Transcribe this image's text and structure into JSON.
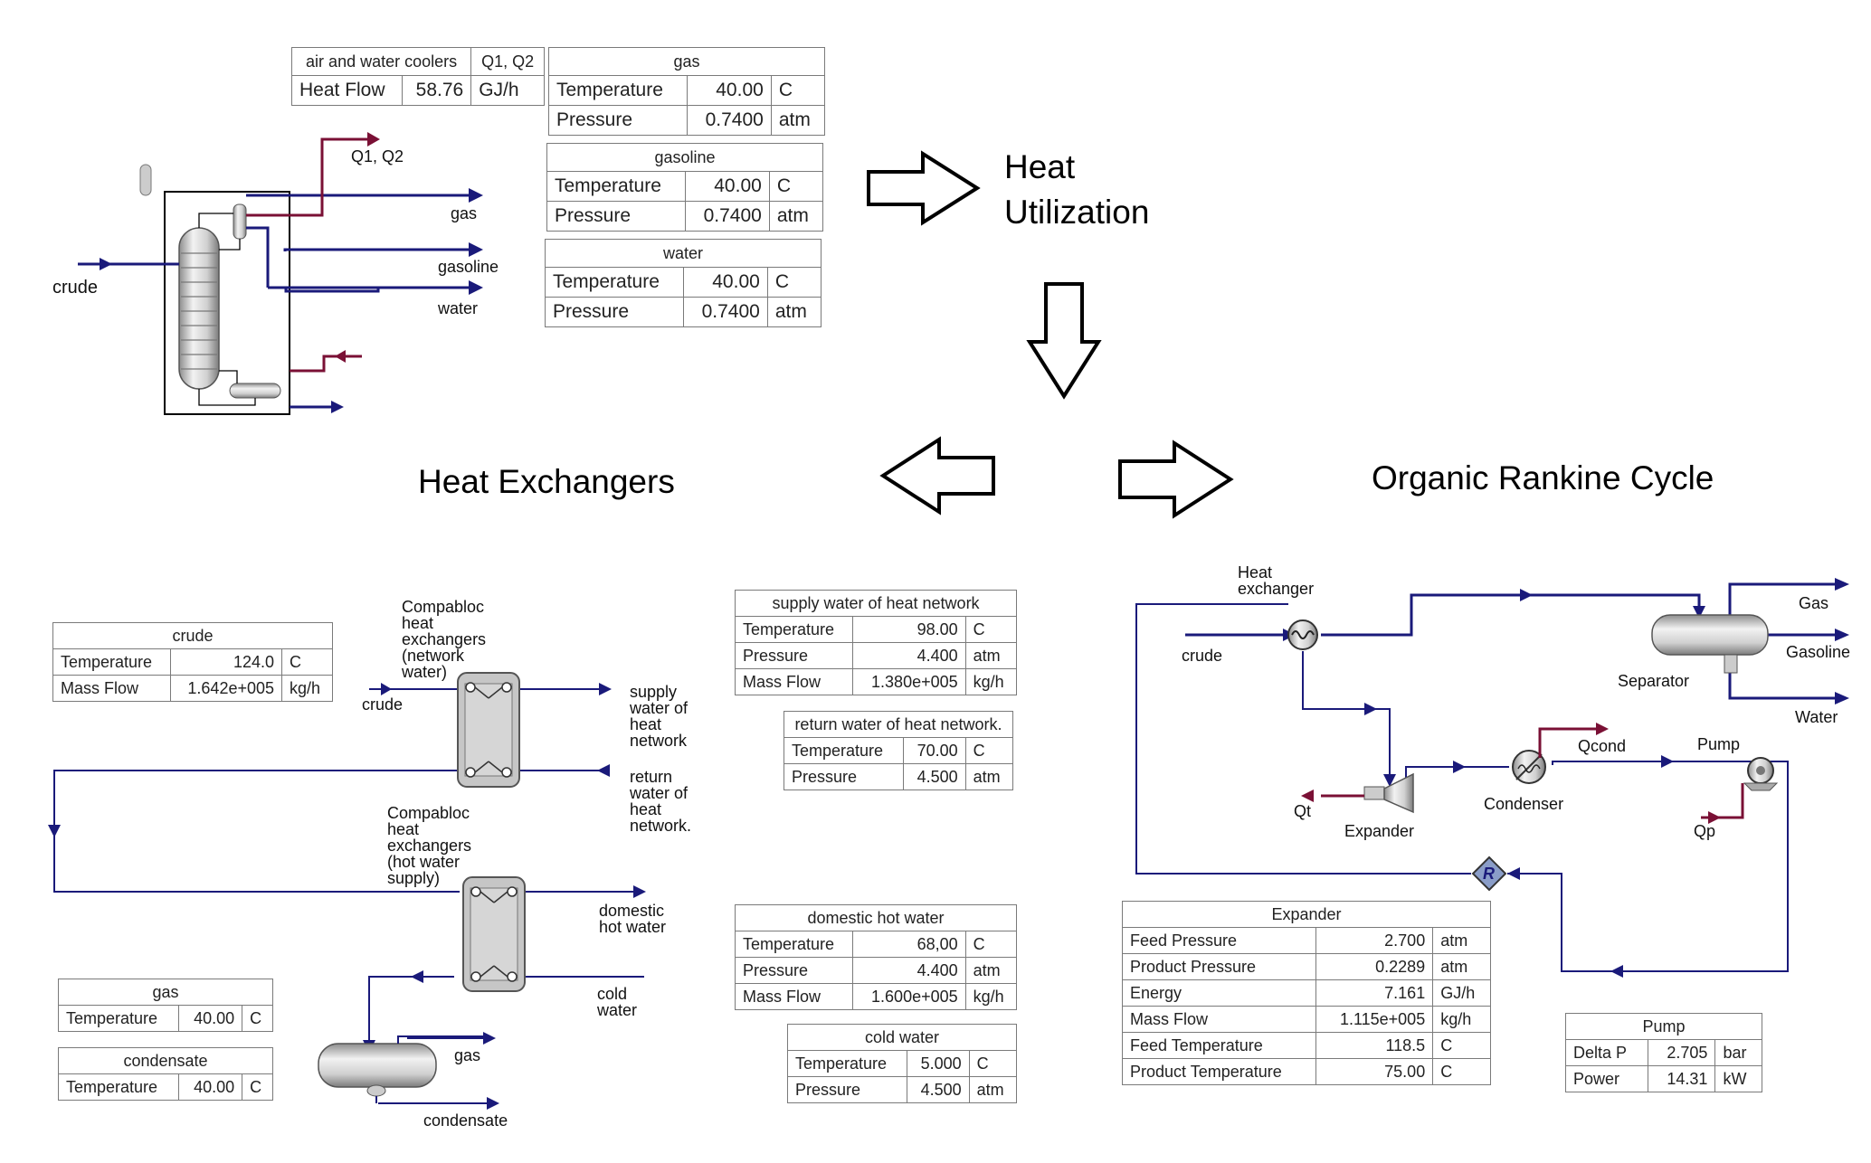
{
  "headings": {
    "heat_utilization": "Heat\nUtilization",
    "heat_exchangers": "Heat Exchangers",
    "orc": "Organic Rankine Cycle"
  },
  "top_flowsheet": {
    "labels": {
      "q": "Q1, Q2",
      "gas": "gas",
      "gasoline": "gasoline",
      "water": "water",
      "crude": "crude"
    },
    "coolers_table": {
      "title": "air and water coolers",
      "tag": "Q1, Q2",
      "rows": [
        {
          "name": "Heat Flow",
          "value": "58.76",
          "unit": "GJ/h"
        }
      ]
    },
    "gas_table": {
      "title": "gas",
      "rows": [
        {
          "name": "Temperature",
          "value": "40.00",
          "unit": "C"
        },
        {
          "name": "Pressure",
          "value": "0.7400",
          "unit": "atm"
        }
      ]
    },
    "gasoline_table": {
      "title": "gasoline",
      "rows": [
        {
          "name": "Temperature",
          "value": "40.00",
          "unit": "C"
        },
        {
          "name": "Pressure",
          "value": "0.7400",
          "unit": "atm"
        }
      ]
    },
    "water_table": {
      "title": "water",
      "rows": [
        {
          "name": "Temperature",
          "value": "40.00",
          "unit": "C"
        },
        {
          "name": "Pressure",
          "value": "0.7400",
          "unit": "atm"
        }
      ]
    }
  },
  "heat_exchangers": {
    "labels": {
      "hx1": "Compabloc\nheat\nexchangers\n(network\nwater)",
      "hx2": "Compabloc\nheat\nexchangers\n(hot water\nsupply)",
      "crude": "crude",
      "supply": "supply\nwater of\nheat\nnetwork",
      "return": "return\nwater of\nheat\nnetwork.",
      "domestic": "domestic\nhot water",
      "cold": "cold\nwater",
      "gas": "gas",
      "condensate": "condensate"
    },
    "crude_table": {
      "title": "crude",
      "rows": [
        {
          "name": "Temperature",
          "value": "124.0",
          "unit": "C"
        },
        {
          "name": "Mass Flow",
          "value": "1.642e+005",
          "unit": "kg/h"
        }
      ]
    },
    "gas_table": {
      "title": "gas",
      "rows": [
        {
          "name": "Temperature",
          "value": "40.00",
          "unit": "C"
        }
      ]
    },
    "condensate_table": {
      "title": "condensate",
      "rows": [
        {
          "name": "Temperature",
          "value": "40.00",
          "unit": "C"
        }
      ]
    },
    "supply_table": {
      "title": "supply water of heat network",
      "rows": [
        {
          "name": "Temperature",
          "value": "98.00",
          "unit": "C"
        },
        {
          "name": "Pressure",
          "value": "4.400",
          "unit": "atm"
        },
        {
          "name": "Mass Flow",
          "value": "1.380e+005",
          "unit": "kg/h"
        }
      ]
    },
    "return_table": {
      "title": "return water of heat network.",
      "rows": [
        {
          "name": "Temperature",
          "value": "70.00",
          "unit": "C"
        },
        {
          "name": "Pressure",
          "value": "4.500",
          "unit": "atm"
        }
      ]
    },
    "domestic_table": {
      "title": "domestic hot water",
      "rows": [
        {
          "name": "Temperature",
          "value": "68,00",
          "unit": "C"
        },
        {
          "name": "Pressure",
          "value": "4.400",
          "unit": "atm"
        },
        {
          "name": "Mass Flow",
          "value": "1.600e+005",
          "unit": "kg/h"
        }
      ]
    },
    "cold_table": {
      "title": "cold water",
      "rows": [
        {
          "name": "Temperature",
          "value": "5.000",
          "unit": "C"
        },
        {
          "name": "Pressure",
          "value": "4.500",
          "unit": "atm"
        }
      ]
    }
  },
  "orc": {
    "labels": {
      "heat_exchanger": "Heat\nexchanger",
      "crude": "crude",
      "gas": "Gas",
      "gasoline": "Gasoline",
      "water": "Water",
      "separator": "Separator",
      "qcond": "Qcond",
      "pump": "Pump",
      "qt": "Qt",
      "expander": "Expander",
      "condenser": "Condenser",
      "qp": "Qp",
      "recycle": "R"
    },
    "expander_table": {
      "title": "Expander",
      "rows": [
        {
          "name": "Feed Pressure",
          "value": "2.700",
          "unit": "atm"
        },
        {
          "name": "Product Pressure",
          "value": "0.2289",
          "unit": "atm"
        },
        {
          "name": "Energy",
          "value": "7.161",
          "unit": "GJ/h"
        },
        {
          "name": "Mass Flow",
          "value": "1.115e+005",
          "unit": "kg/h"
        },
        {
          "name": "Feed Temperature",
          "value": "118.5",
          "unit": "C"
        },
        {
          "name": "Product Temperature",
          "value": "75.00",
          "unit": "C"
        }
      ]
    },
    "pump_table": {
      "title": "Pump",
      "rows": [
        {
          "name": "Delta P",
          "value": "2.705",
          "unit": "bar"
        },
        {
          "name": "Power",
          "value": "14.31",
          "unit": "kW"
        }
      ]
    }
  },
  "colors": {
    "material_stream": "#1a1a7a",
    "energy_stream": "#7a1035",
    "vessel": "#c9c9c9"
  }
}
